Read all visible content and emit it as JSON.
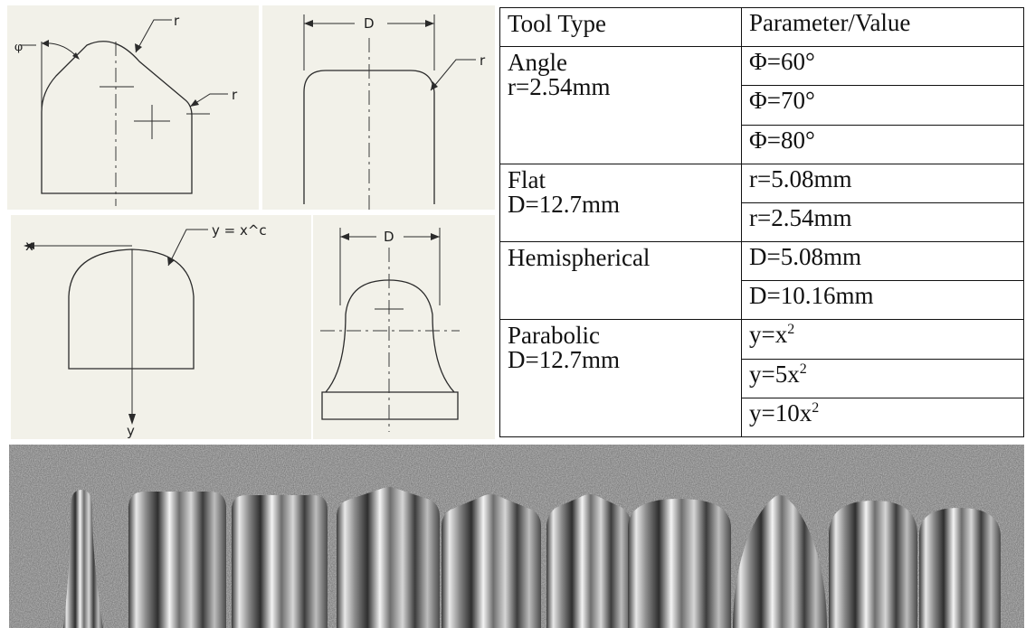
{
  "diagrams": {
    "angle_tool": {
      "phi_label": "φ",
      "radius_label_top": "r",
      "radius_label_side": "r"
    },
    "flat_tool": {
      "diameter_label": "D",
      "radius_label": "r"
    },
    "parabolic_tool": {
      "x_axis_label": "x",
      "y_axis_label": "y",
      "equation_label": "y = x^c"
    },
    "hemispherical_tool": {
      "diameter_label": "D"
    }
  },
  "table": {
    "headers": {
      "tool_type": "Tool Type",
      "parameter": "Parameter/Value"
    },
    "groups": [
      {
        "type_line1": "Angle",
        "type_line2": "r=2.54mm",
        "values": [
          {
            "text": "Φ=60°"
          },
          {
            "text": "Φ=70°"
          },
          {
            "text": "Φ=80°"
          }
        ]
      },
      {
        "type_line1": "Flat",
        "type_line2": "D=12.7mm",
        "values": [
          {
            "text": "r=5.08mm"
          },
          {
            "text": "r=2.54mm"
          }
        ]
      },
      {
        "type_line1": "Hemispherical",
        "type_line2": "",
        "values": [
          {
            "text": "D=5.08mm"
          },
          {
            "text": "D=10.16mm"
          }
        ]
      },
      {
        "type_line1": "Parabolic",
        "type_line2": "D=12.7mm",
        "values": [
          {
            "base": "y=x",
            "exp": "2"
          },
          {
            "base": "y=5x",
            "exp": "2"
          },
          {
            "base": "y=10x",
            "exp": "2"
          }
        ]
      }
    ]
  }
}
